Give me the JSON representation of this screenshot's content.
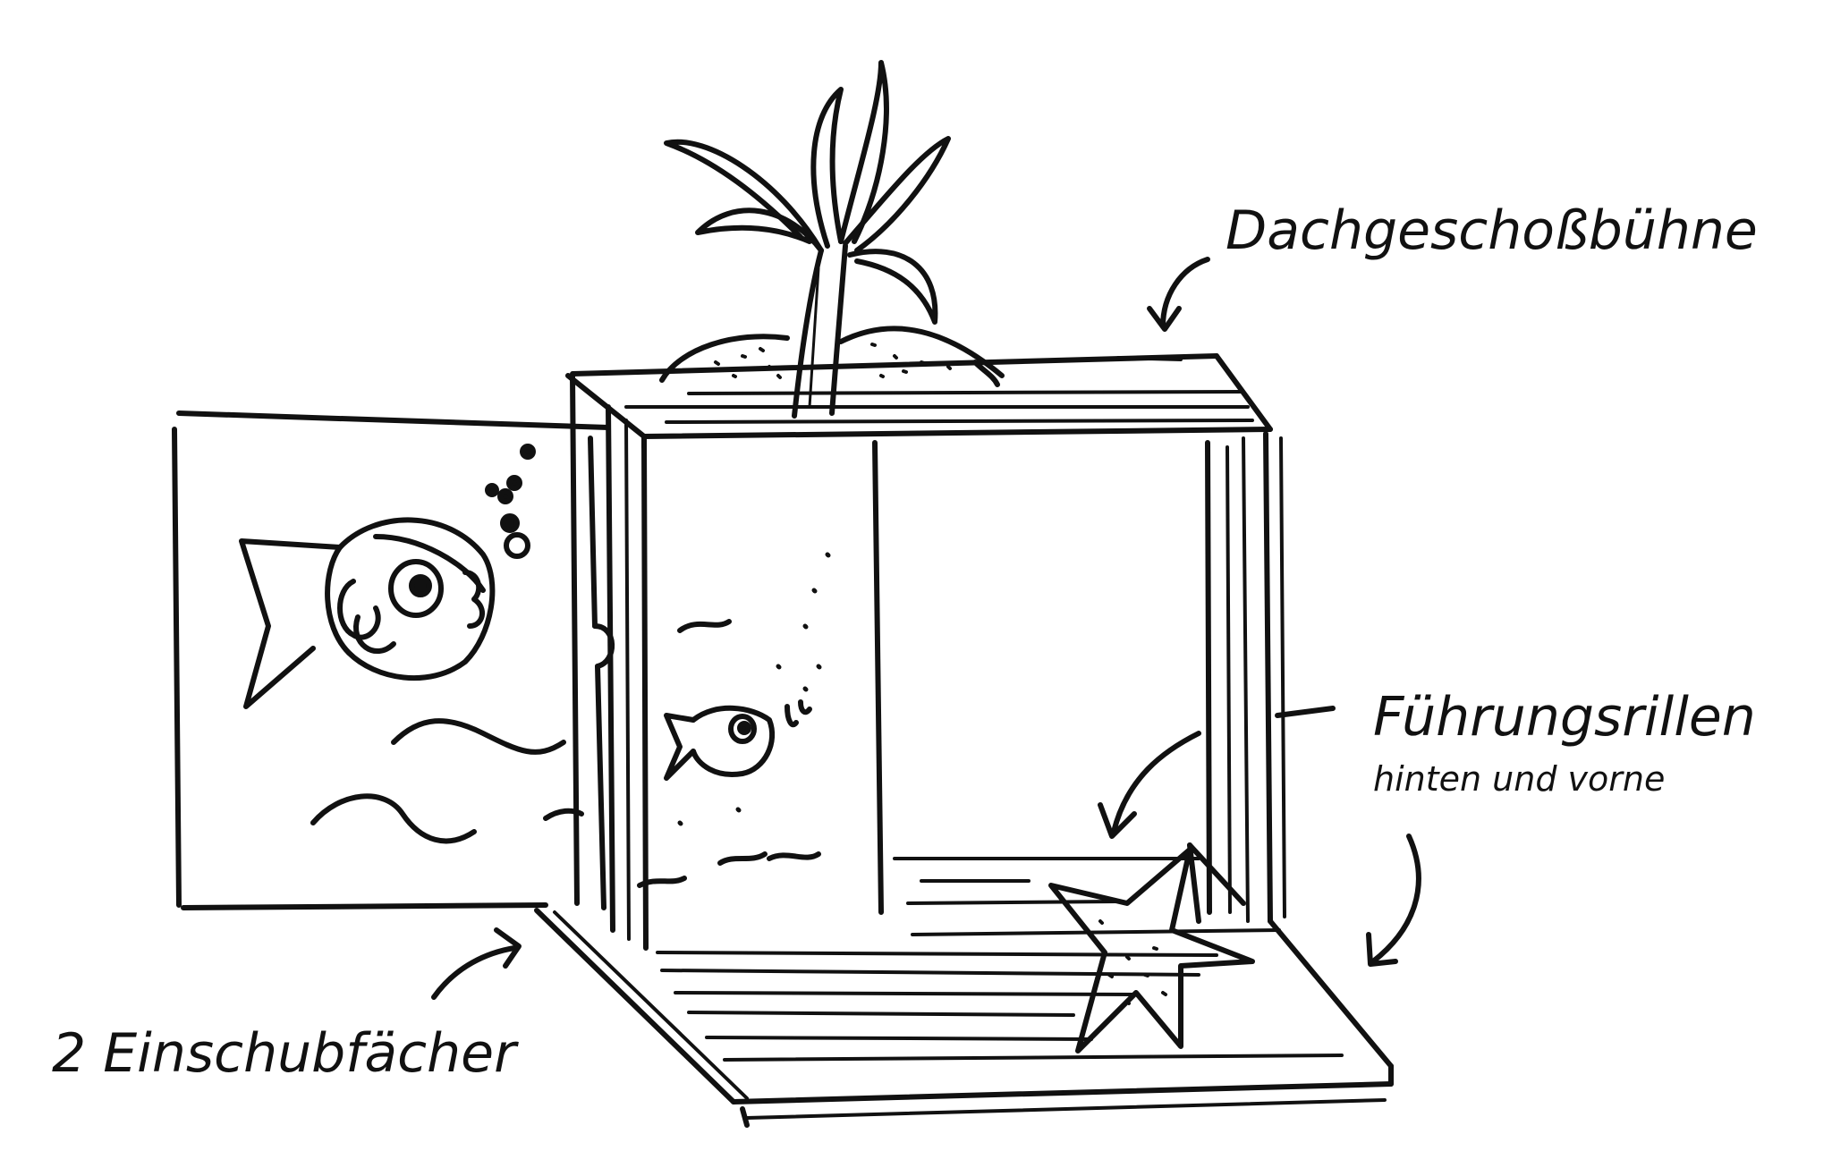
{
  "labels": {
    "roof_stage": "Dachgeschoßbühne",
    "guide_grooves": "Führungsrillen",
    "guide_grooves_sub": "hinten und vorne",
    "drawer_slots": "2 Einschubfächer"
  },
  "colors": {
    "ink": "#111111",
    "paper": "#ffffff"
  }
}
